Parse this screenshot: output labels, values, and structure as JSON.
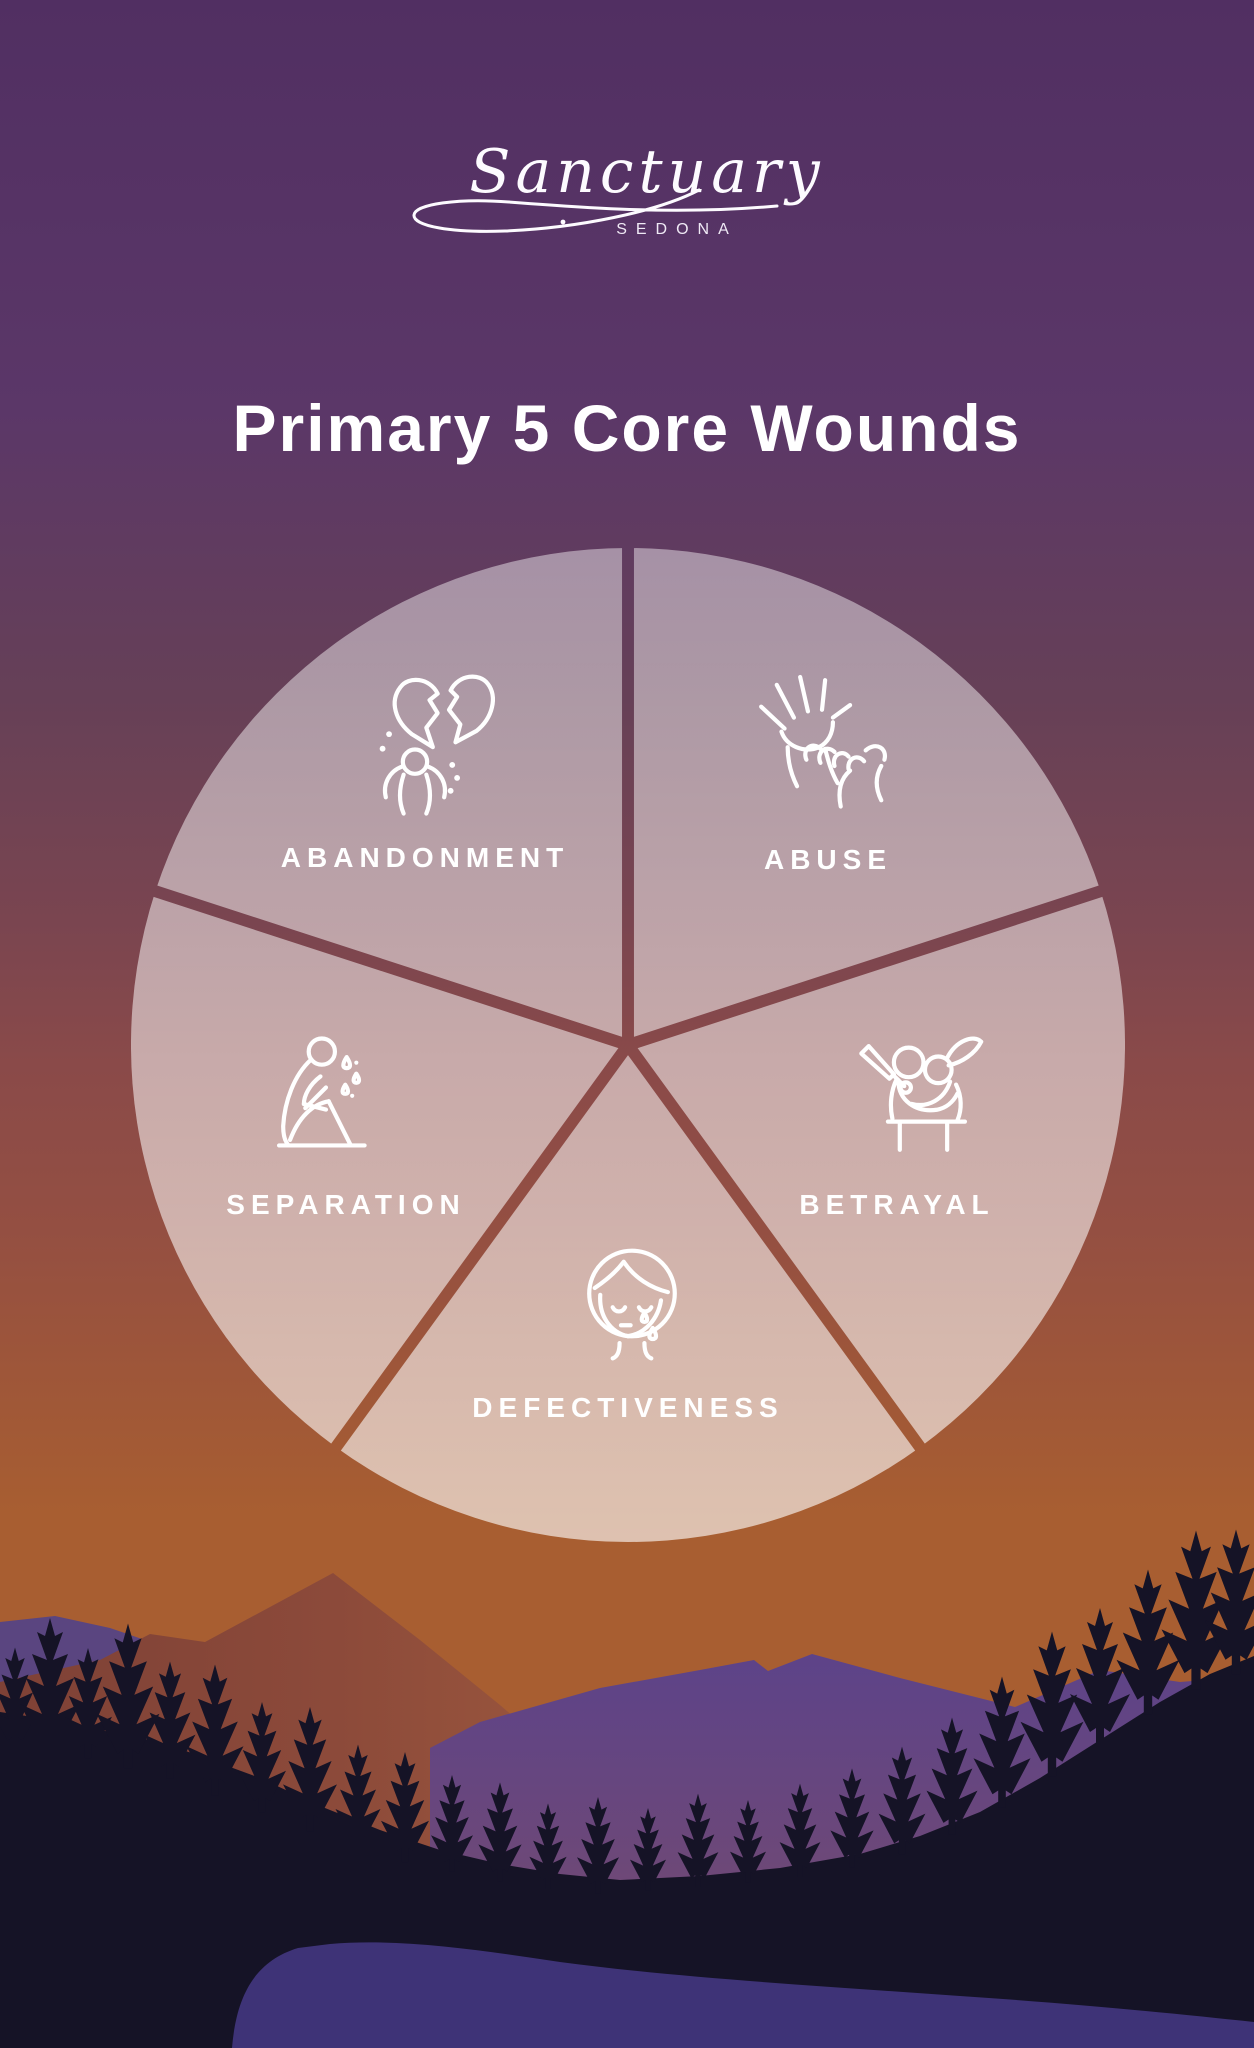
{
  "logo": {
    "brand": "Sanctuary",
    "location": "SEDONA"
  },
  "title": "Primary 5 Core Wounds",
  "chart": {
    "type": "pie",
    "equal_slices": true,
    "slice_angle_deg": 72,
    "slices": [
      {
        "label": "ABANDONMENT",
        "icon": "broken-heart-distressed-person-icon",
        "position": "top-left"
      },
      {
        "label": "ABUSE",
        "icon": "hand-grabbing-wrist-icon",
        "position": "top-right"
      },
      {
        "label": "SEPARATION",
        "icon": "sitting-crying-person-icon",
        "position": "left"
      },
      {
        "label": "BETRAYAL",
        "icon": "hug-with-knife-backstab-icon",
        "position": "right"
      },
      {
        "label": "DEFECTIVENESS",
        "icon": "sad-crying-face-icon",
        "position": "bottom"
      }
    ]
  },
  "palette": {
    "sky_top": "#512f62",
    "sky_mid_maroon": "#8a4a49",
    "sky_bottom_orange": "#a85e31",
    "slice_overlay": "rgba(255,255,255,0.5)",
    "divider_gap": "background shows through",
    "text": "#ffffff",
    "mountain_brown_left": "#7e4136",
    "mountain_brown_right": "#a05b3e",
    "mountain_purple": "#5d4389",
    "ridge_purple_left": "#5a4580",
    "forest": "#151326",
    "lake": "#3e3377"
  }
}
